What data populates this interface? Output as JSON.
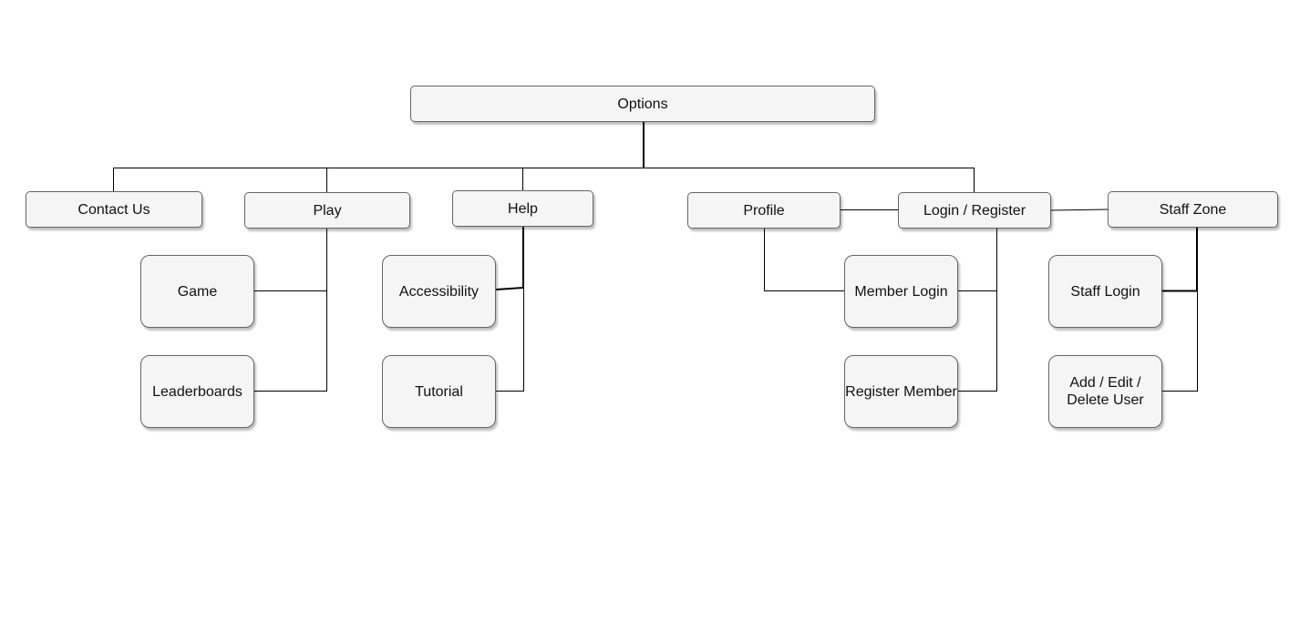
{
  "diagram": {
    "nodes": {
      "options": "Options",
      "contact_us": "Contact Us",
      "play": "Play",
      "help": "Help",
      "profile": "Profile",
      "login_register": "Login / Register",
      "staff_zone": "Staff Zone",
      "game": "Game",
      "leaderboards": "Leaderboards",
      "accessibility": "Accessibility",
      "tutorial": "Tutorial",
      "member_login": "Member Login",
      "register_member": "Register Member",
      "staff_login": "Staff Login",
      "add_edit_delete_user": "Add / Edit /\nDelete User"
    },
    "colors": {
      "node_fill": "#f5f5f5",
      "node_border": "#666666",
      "connector": "#000000"
    }
  }
}
